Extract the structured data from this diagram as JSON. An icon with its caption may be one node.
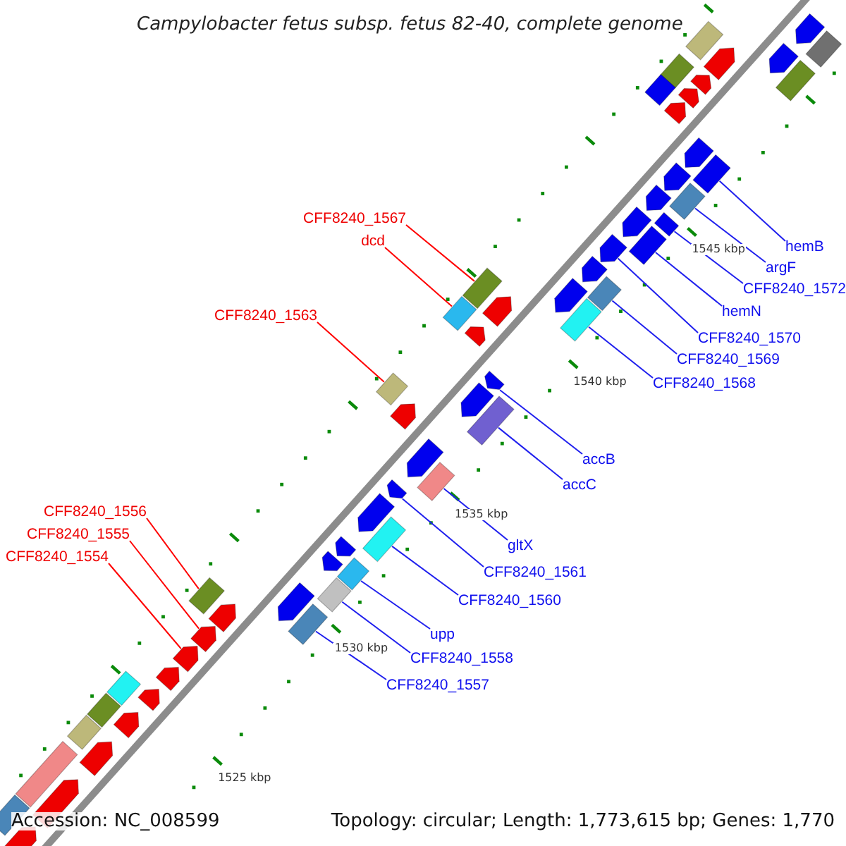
{
  "diagram": {
    "title": "Campylobacter fetus subsp. fetus 82-40, complete genome",
    "nodes": [
      {
        "text": [
          "CFF8240_1567"
        ]
      },
      {
        "text": [
          "dcd"
        ]
      },
      {
        "text": [
          "hemB"
        ]
      },
      {
        "text": [
          "argF"
        ]
      },
      {
        "text": [
          "CFF8240_1572"
        ]
      },
      {
        "text": [
          "hemN"
        ]
      },
      {
        "text": [
          "CFF8240_1563"
        ]
      },
      {
        "text": [
          "CFF8240_1570"
        ]
      },
      {
        "text": [
          "CFF8240_1569"
        ]
      },
      {
        "text": [
          "CFF8240_1568"
        ]
      },
      {
        "text": [
          "accB"
        ]
      },
      {
        "text": [
          "accC"
        ]
      },
      {
        "text": [
          "CFF8240_1556"
        ]
      },
      {
        "text": [
          "CFF8240_1555"
        ]
      },
      {
        "text": [
          "gltX"
        ]
      },
      {
        "text": [
          "CFF8240_1554"
        ]
      },
      {
        "text": [
          "CFF8240_1561"
        ]
      },
      {
        "text": [
          "CFF8240_1560"
        ]
      },
      {
        "text": [
          "upp"
        ]
      },
      {
        "text": [
          "CFF8240_1558"
        ]
      },
      {
        "text": [
          "CFF8240_1557"
        ]
      },
      {
        "text": [],
        "shape": "box"
      },
      {
        "text": [],
        "shape": "box"
      },
      {
        "text": [],
        "shape": "box"
      },
      {
        "text": [],
        "shape": "box"
      },
      {
        "text": [],
        "shape": "box"
      },
      {
        "text": [],
        "shape": "box"
      },
      {
        "text": [],
        "shape": "box"
      },
      {
        "text": [],
        "shape": "arrow"
      },
      {
        "text": [],
        "shape": "box"
      },
      {
        "text": [],
        "shape": "box"
      },
      {
        "text": [],
        "shape": "arrow"
      },
      {
        "text": [],
        "shape": "box"
      },
      {
        "text": [],
        "shape": "box"
      },
      {
        "text": [],
        "shape": "arrow"
      },
      {
        "text": [],
        "shape": "box"
      },
      {
        "text": [],
        "shape": "arrow"
      },
      {
        "text": [],
        "shape": "arrow"
      },
      {
        "text": [],
        "shape": "box"
      },
      {
        "text": [],
        "shape": "box"
      },
      {
        "text": [],
        "shape": "box"
      },
      {
        "text": [],
        "shape": "box"
      },
      {
        "text": [],
        "shape": "arrow"
      },
      {
        "text": [],
        "shape": "arrow"
      },
      {
        "text": [],
        "shape": "arrow"
      },
      {
        "text": [],
        "shape": "arrow"
      },
      {
        "text": [],
        "shape": "arrow"
      },
      {
        "text": [],
        "shape": "arrow"
      },
      {
        "text": [],
        "shape": "arrow"
      },
      {
        "text": [],
        "shape": "arrow"
      },
      {
        "text": [],
        "shape": "arrow"
      },
      {
        "text": [],
        "shape": "arrow"
      },
      {
        "text": [],
        "shape": "arrow"
      },
      {
        "text": [],
        "shape": "arrow"
      },
      {
        "text": [],
        "shape": "arrow"
      },
      {
        "text": [],
        "shape": "arrow"
      },
      {
        "text": [],
        "shape": "box"
      },
      {
        "text": [],
        "shape": "box"
      },
      {
        "text": [],
        "shape": "box"
      },
      {
        "text": [],
        "shape": "box"
      },
      {
        "text": [],
        "shape": "box"
      },
      {
        "text": [],
        "shape": "arrow"
      },
      {
        "text": [],
        "shape": "arrow"
      },
      {
        "text": [],
        "shape": "arrow"
      },
      {
        "text": [],
        "shape": "arrow"
      },
      {
        "text": [],
        "shape": "arrow"
      },
      {
        "text": [],
        "shape": "arrow"
      },
      {
        "text": [],
        "shape": "arrow"
      },
      {
        "text": [],
        "shape": "arrow"
      },
      {
        "text": [],
        "shape": "arrow"
      },
      {
        "text": [],
        "shape": "arrow"
      },
      {
        "text": [],
        "shape": "arrow"
      },
      {
        "text": [],
        "shape": "arrow"
      },
      {
        "text": [],
        "shape": "arrow"
      },
      {
        "text": [],
        "shape": "arrow"
      },
      {
        "text": [],
        "shape": "box"
      },
      {
        "text": [],
        "shape": "box"
      },
      {
        "text": [],
        "shape": "box"
      },
      {
        "text": [],
        "shape": "box"
      },
      {
        "text": [],
        "shape": "box"
      }
    ],
    "edges": [
      {
        "from": 0,
        "to": 21,
        "arrow": "none",
        "color": "#ff0000"
      },
      {
        "from": 1,
        "to": 22,
        "arrow": "none",
        "color": "#ff0000"
      },
      {
        "from": 2,
        "to": 23,
        "arrow": "none"
      },
      {
        "from": 3,
        "to": 24,
        "arrow": "none"
      },
      {
        "from": 4,
        "to": 25,
        "arrow": "none"
      },
      {
        "from": 5,
        "to": 26,
        "arrow": "none"
      },
      {
        "from": 6,
        "to": 27,
        "arrow": "none",
        "color": "#ff0000"
      },
      {
        "from": 7,
        "to": 28,
        "arrow": "none"
      },
      {
        "from": 8,
        "to": 29,
        "arrow": "none"
      },
      {
        "from": 9,
        "to": 30,
        "arrow": "none"
      },
      {
        "from": 10,
        "to": 31,
        "arrow": "none"
      },
      {
        "from": 11,
        "to": 32,
        "arrow": "none"
      },
      {
        "from": 12,
        "to": 33,
        "arrow": "none",
        "color": "#ff0000"
      },
      {
        "from": 13,
        "to": 34,
        "arrow": "none",
        "color": "#ff0000"
      },
      {
        "from": 14,
        "to": 35,
        "arrow": "none"
      },
      {
        "from": 15,
        "to": 36,
        "arrow": "none",
        "color": "#ff0000"
      },
      {
        "from": 16,
        "to": 37,
        "arrow": "none"
      },
      {
        "from": 17,
        "to": 38,
        "arrow": "none"
      },
      {
        "from": 18,
        "to": 39,
        "arrow": "none"
      },
      {
        "from": 19,
        "to": 40,
        "arrow": "none"
      },
      {
        "from": 20,
        "to": 41,
        "arrow": "none"
      }
    ],
    "labels": [
      "1545 kbp",
      "1540 kbp",
      "1535 kbp",
      "1530 kbp",
      "1525 kbp",
      "Accession: NC_008599",
      "Topology: circular; Length: 1,773,615 bp; Genes: 1,770"
    ]
  }
}
